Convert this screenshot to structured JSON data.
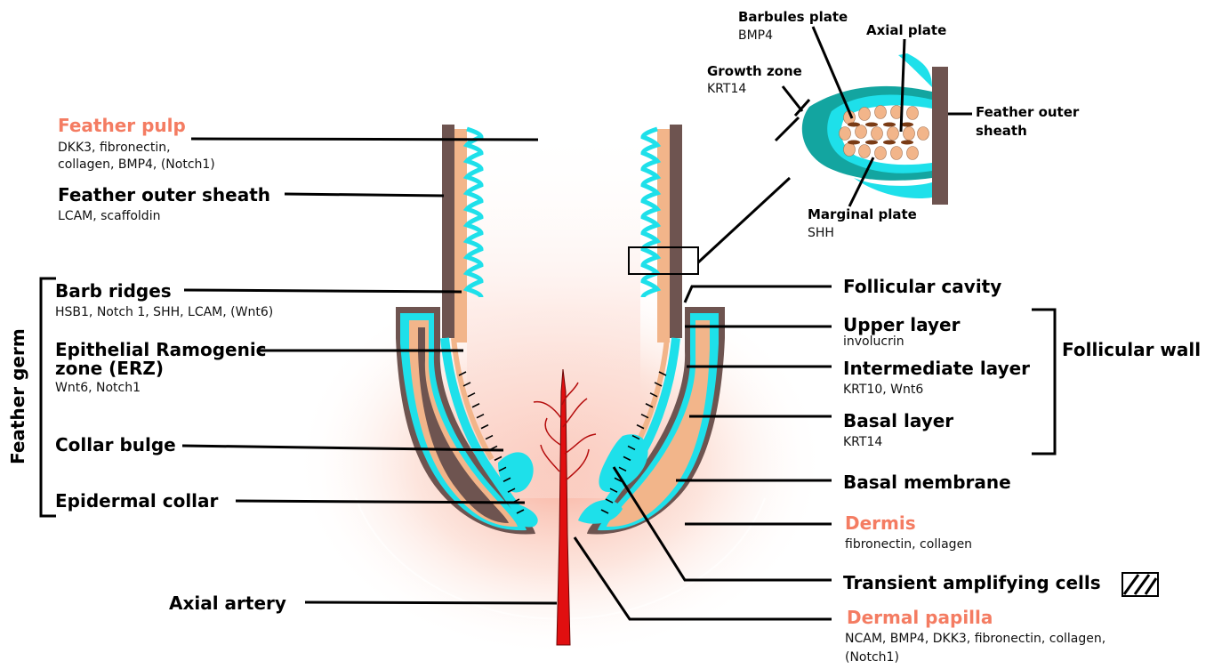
{
  "colors": {
    "accent": "#f47c62",
    "cyan": "#1ee0ea",
    "tan": "#f2b58a",
    "brown": "#6e5450",
    "dark_teal": "#13a5a0",
    "artery": "#e10f10",
    "vessel": "#b50d0d",
    "glow": "#f5a08a"
  },
  "labels": {
    "feather_pulp": {
      "title": "Feather pulp",
      "sub1": "DKK3, fibronectin,",
      "sub2": "collagen, BMP4, (Notch1)"
    },
    "outer_sheath": {
      "title": "Feather outer sheath",
      "sub": "LCAM, scaffoldin"
    },
    "barb_ridges": {
      "title": "Barb ridges",
      "sub": "HSB1, Notch 1, SHH, LCAM, (Wnt6)"
    },
    "erz": {
      "title1": "Epithelial Ramogenic",
      "title2": "zone (ERZ)",
      "sub": "Wnt6, Notch1"
    },
    "collar_bulge": {
      "title": "Collar bulge"
    },
    "epidermal_collar": {
      "title": "Epidermal collar"
    },
    "axial_artery": {
      "title": "Axial artery"
    },
    "feather_germ": {
      "title": "Feather germ"
    },
    "follicular_cavity": {
      "title": "Follicular cavity"
    },
    "upper_layer": {
      "title": "Upper layer",
      "sub": "involucrin"
    },
    "intermediate_layer": {
      "title": "Intermediate layer",
      "sub": "KRT10, Wnt6"
    },
    "basal_layer": {
      "title": "Basal layer",
      "sub": "KRT14"
    },
    "follicular_wall": {
      "title": "Follicular wall"
    },
    "basal_membrane": {
      "title": "Basal membrane"
    },
    "dermis": {
      "title": "Dermis",
      "sub": "fibronectin, collagen"
    },
    "transient_cells": {
      "title": "Transient amplifying cells"
    },
    "dermal_papilla": {
      "title": "Dermal papilla",
      "sub1": "NCAM, BMP4, DKK3, fibronectin, collagen,",
      "sub2": "(Notch1)"
    }
  },
  "inset": {
    "barbules_plate": {
      "title": "Barbules plate",
      "sub": "BMP4"
    },
    "axial_plate": {
      "title": "Axial plate"
    },
    "growth_zone": {
      "title": "Growth zone",
      "sub": "KRT14"
    },
    "outer_sheath": {
      "title1": "Feather outer",
      "title2": "sheath"
    },
    "marginal_plate": {
      "title": "Marginal plate",
      "sub": "SHH"
    }
  }
}
